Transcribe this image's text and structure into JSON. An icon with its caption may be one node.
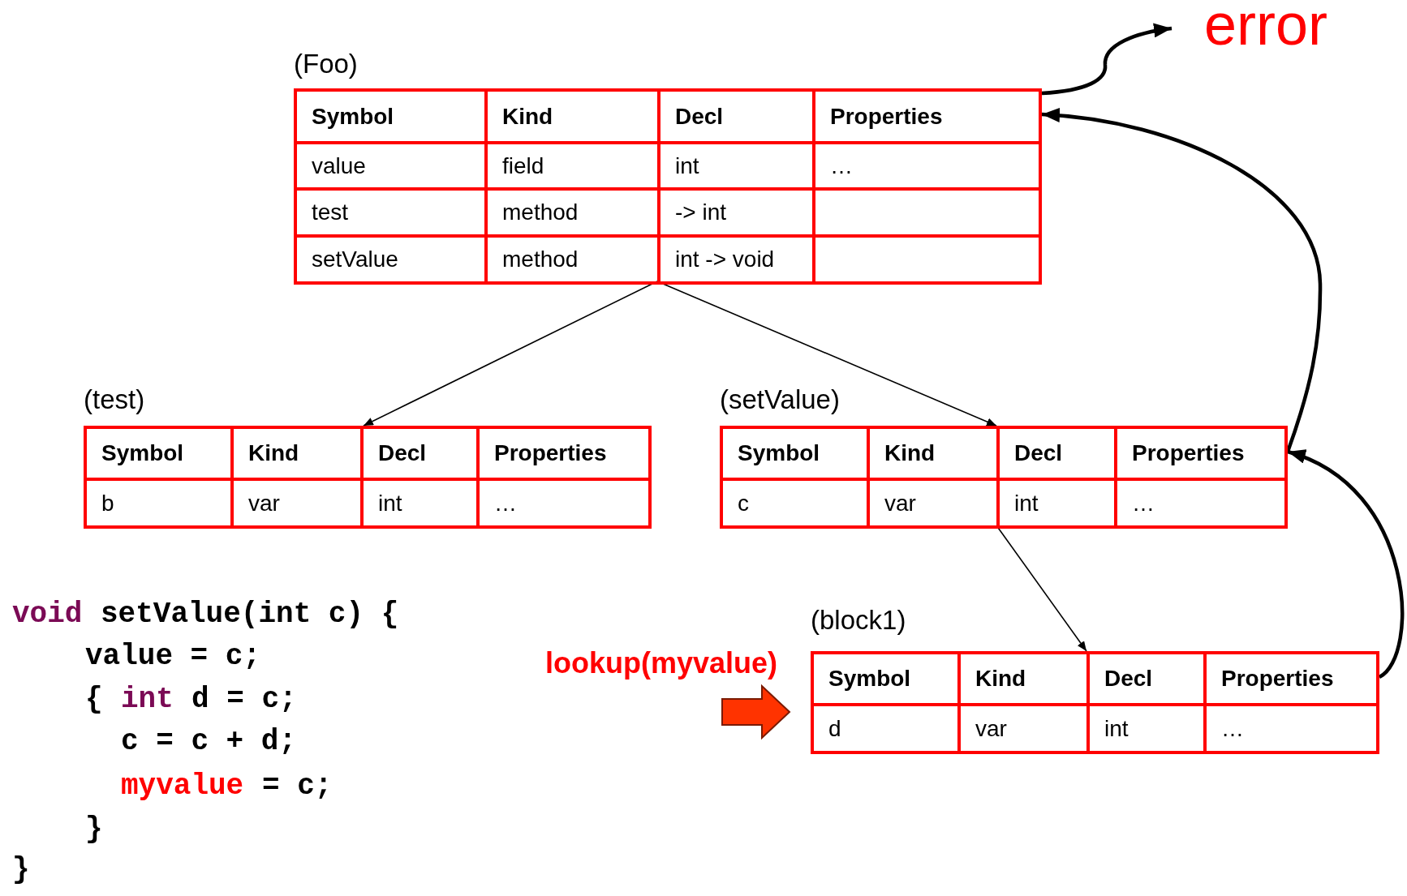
{
  "diagram": {
    "nodes": [
      {
        "text": [
          "(Foo)",
          "Symbol",
          "Kind",
          "Decl",
          "Properties",
          "value",
          "field",
          "int",
          "…",
          "test",
          "method",
          "-> int",
          "setValue",
          "method",
          "int -> void"
        ]
      },
      {
        "text": [
          "error"
        ]
      },
      {
        "text": [
          "(test)",
          "Symbol",
          "Kind",
          "Decl",
          "Properties",
          "b",
          "var",
          "int",
          "…"
        ]
      },
      {
        "text": [
          "(setValue)",
          "Symbol",
          "Kind",
          "Decl",
          "Properties",
          "c",
          "var",
          "int",
          "…"
        ]
      },
      {
        "text": [
          "(block1)",
          "Symbol",
          "Kind",
          "Decl",
          "Properties",
          "d",
          "var",
          "int",
          "…"
        ]
      }
    ],
    "edges": [
      {
        "from": 0,
        "to": 2,
        "arrow": "to"
      },
      {
        "from": 0,
        "to": 3,
        "arrow": "to"
      },
      {
        "from": 3,
        "to": 4,
        "arrow": "to"
      },
      {
        "from": 4,
        "to": 3,
        "arrow": "to",
        "style": "thick"
      },
      {
        "from": 3,
        "to": 0,
        "arrow": "to",
        "style": "thick"
      },
      {
        "from": 0,
        "to": 1,
        "arrow": "to",
        "style": "thick"
      },
      {
        "from": null,
        "to": 4,
        "arrow": "to",
        "label": "lookup(myvalue)",
        "style": "thick",
        "color": "#ff3300"
      }
    ],
    "labels": [
      "void",
      "setValue(int c) {",
      "value = c;",
      "{",
      "int",
      "d = c;",
      "c = c + d;",
      "myvalue",
      "= c;",
      "}",
      "}"
    ]
  }
}
